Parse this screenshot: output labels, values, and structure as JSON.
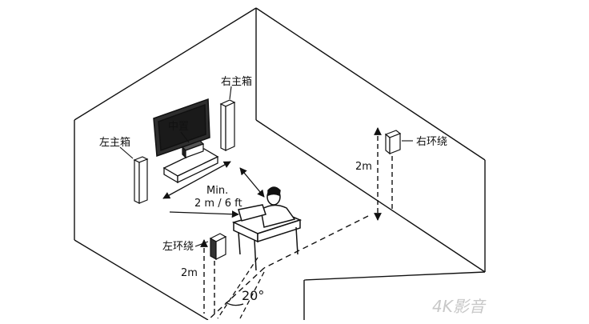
{
  "labels": {
    "front_right": "右主箱",
    "front_left": "左主箱",
    "center": "中置",
    "surround_right": "右环绕",
    "surround_left": "左环绕",
    "min_distance_line1": "Min.",
    "min_distance_line2": "2 m / 6 ft",
    "height_right": "2m",
    "height_left": "2m",
    "angle": "20°"
  },
  "watermark": "4K影音",
  "colors": {
    "line": "#111111",
    "background": "#ffffff",
    "watermark": "#c8c8c8"
  },
  "icons": [
    "speaker-icon",
    "tv-icon",
    "chair-icon",
    "person-icon"
  ]
}
